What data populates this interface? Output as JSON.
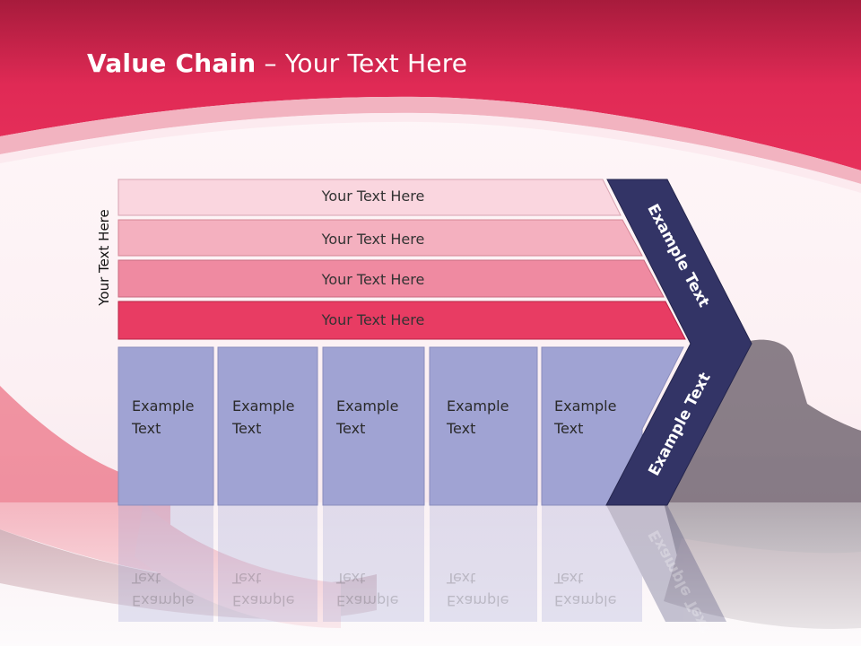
{
  "title": {
    "bold": "Value Chain",
    "rest": " – Your Text Here"
  },
  "side_label": "Your Text Here",
  "rows": [
    {
      "label": "Your Text Here",
      "color": "#fad6df"
    },
    {
      "label": "Your Text Here",
      "color": "#f4b0bf"
    },
    {
      "label": "Your Text Here",
      "color": "#ef8aa1"
    },
    {
      "label": "Your Text Here",
      "color": "#e83c63"
    }
  ],
  "columns": [
    {
      "label": "Example\nText"
    },
    {
      "label": "Example\nText"
    },
    {
      "label": "Example\nText"
    },
    {
      "label": "Example\nText"
    },
    {
      "label": "Example\nText"
    }
  ],
  "chevron": {
    "upper_label": "Example Text",
    "lower_label": "Example Text",
    "color": "#333466"
  },
  "colors": {
    "header": "#e2305a",
    "header_dark": "#b7193d",
    "column": "#a0a3d3",
    "band": "#f2b3c0"
  }
}
